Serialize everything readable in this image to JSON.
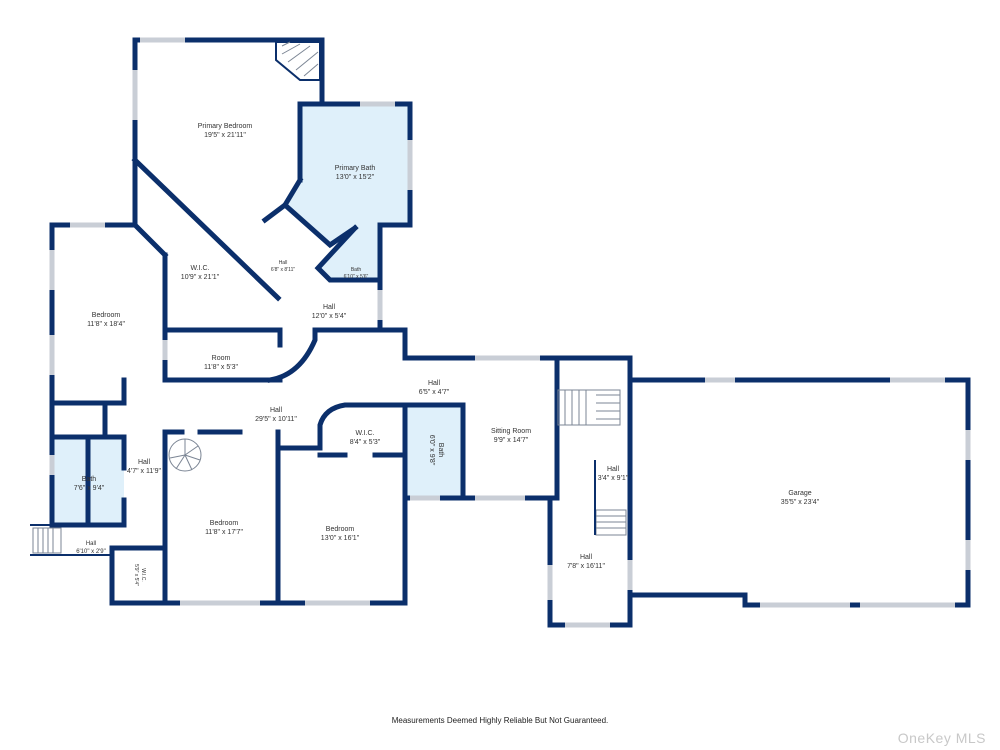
{
  "rooms": [
    {
      "id": "primary-bedroom",
      "name": "Primary Bedroom",
      "dims": "19'5\" x 21'11\""
    },
    {
      "id": "primary-bath",
      "name": "Primary Bath",
      "dims": "13'0\" x 15'2\""
    },
    {
      "id": "bath-upper",
      "name": "Bath",
      "dims": "6'10\" x 5'6\""
    },
    {
      "id": "hall-small",
      "name": "Hall",
      "dims": "6'8\" x 8'11\""
    },
    {
      "id": "wic-upper",
      "name": "W.I.C.",
      "dims": "10'9\" x 21'1\""
    },
    {
      "id": "hall-upper",
      "name": "Hall",
      "dims": "12'0\" x 5'4\""
    },
    {
      "id": "bedroom-left",
      "name": "Bedroom",
      "dims": "11'8\" x 18'4\""
    },
    {
      "id": "room",
      "name": "Room",
      "dims": "11'8\" x 5'3\""
    },
    {
      "id": "hall-main",
      "name": "Hall",
      "dims": "29'5\" x 10'11\""
    },
    {
      "id": "hall-mid",
      "name": "Hall",
      "dims": "6'5\" x 4'7\""
    },
    {
      "id": "wic-mid",
      "name": "W.I.C.",
      "dims": "8'4\" x 5'3\""
    },
    {
      "id": "bath-mid",
      "name": "Bath",
      "dims": "6'0\" x 9'8\""
    },
    {
      "id": "sitting-room",
      "name": "Sitting Room",
      "dims": "9'9\" x 14'7\""
    },
    {
      "id": "bath-left",
      "name": "Bath",
      "dims": "7'6\" x 9'4\""
    },
    {
      "id": "hall-left",
      "name": "Hall",
      "dims": "4'7\" x 11'9\""
    },
    {
      "id": "hall-entry",
      "name": "Hall",
      "dims": "6'10\" x 2'9\""
    },
    {
      "id": "wic-lower",
      "name": "W.I.C.",
      "dims": "5'9\" x 5'4\""
    },
    {
      "id": "bedroom-lower-left",
      "name": "Bedroom",
      "dims": "11'8\" x 17'7\""
    },
    {
      "id": "bedroom-lower-mid",
      "name": "Bedroom",
      "dims": "13'0\" x 16'1\""
    },
    {
      "id": "hall-stair",
      "name": "Hall",
      "dims": "3'4\" x 9'1\""
    },
    {
      "id": "hall-right",
      "name": "Hall",
      "dims": "7'8\" x 16'11\""
    },
    {
      "id": "garage",
      "name": "Garage",
      "dims": "35'5\" x 23'4\""
    }
  ],
  "footer_note": "Measurements Deemed Highly Reliable But Not Guaranteed.",
  "brand": "OneKey MLS",
  "colors": {
    "wall": "#0b2f6b",
    "wet_area": "#dff0fa",
    "window": "#c9ced6"
  }
}
